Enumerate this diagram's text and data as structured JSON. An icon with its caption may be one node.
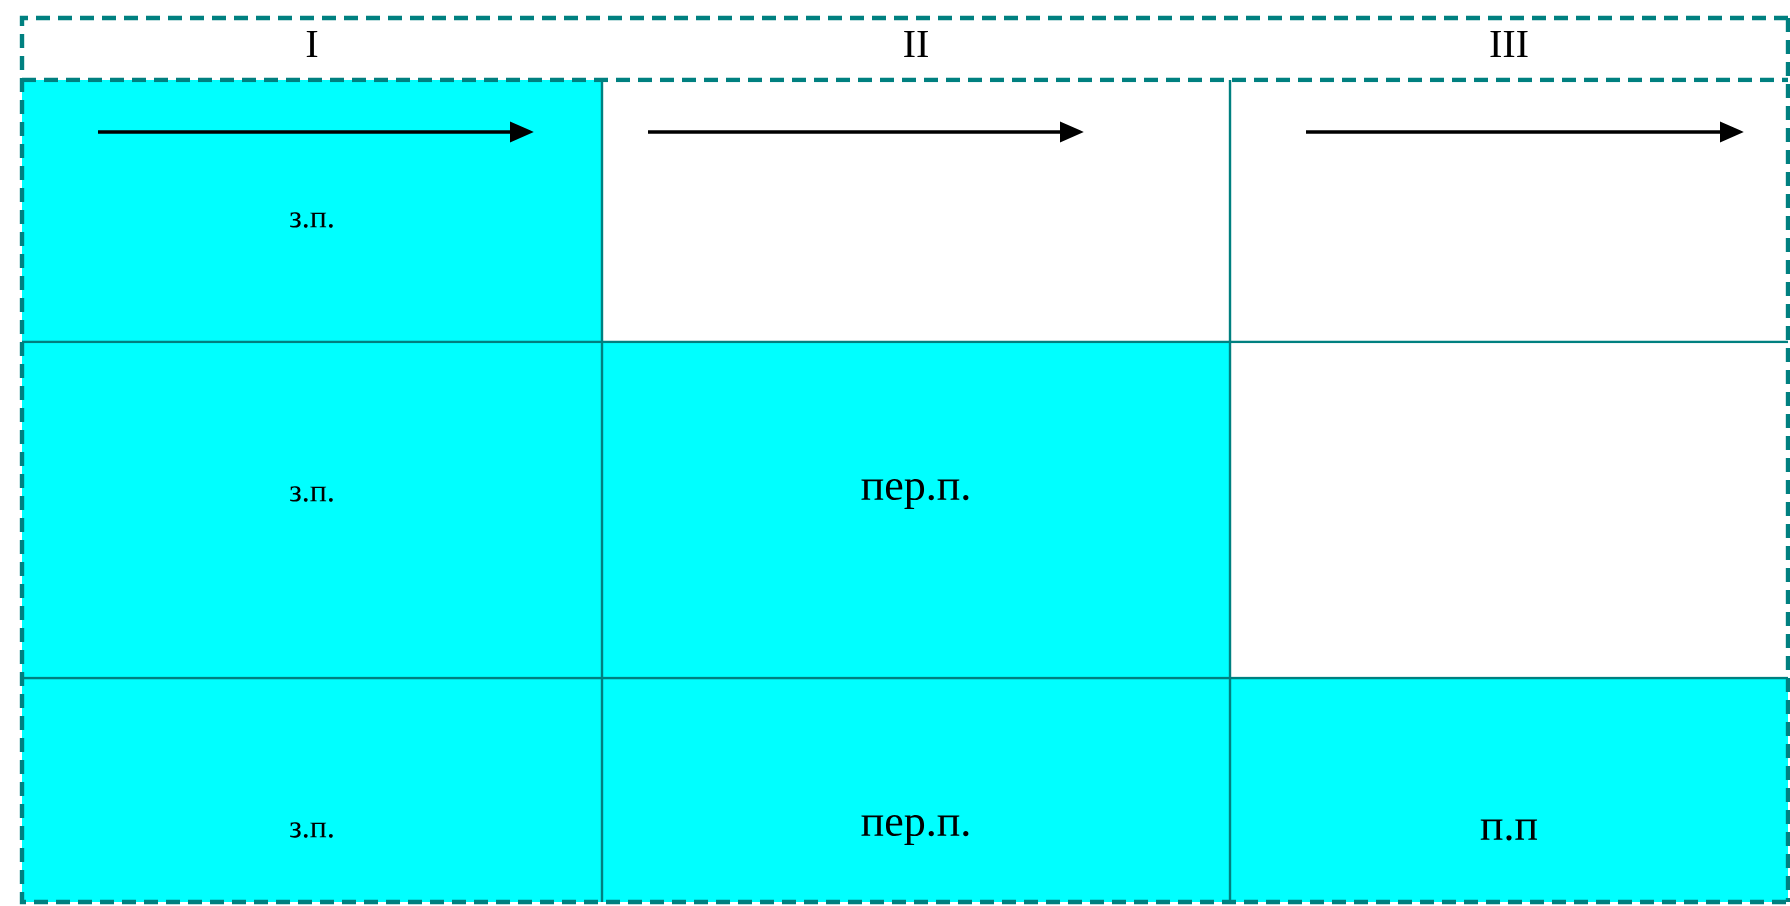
{
  "diagram": {
    "labels": [
      "I",
      "II",
      "III",
      "з.п.",
      "з.п.",
      "пер.п.",
      "з.п.",
      "пер.п.",
      "п.п"
    ]
  }
}
